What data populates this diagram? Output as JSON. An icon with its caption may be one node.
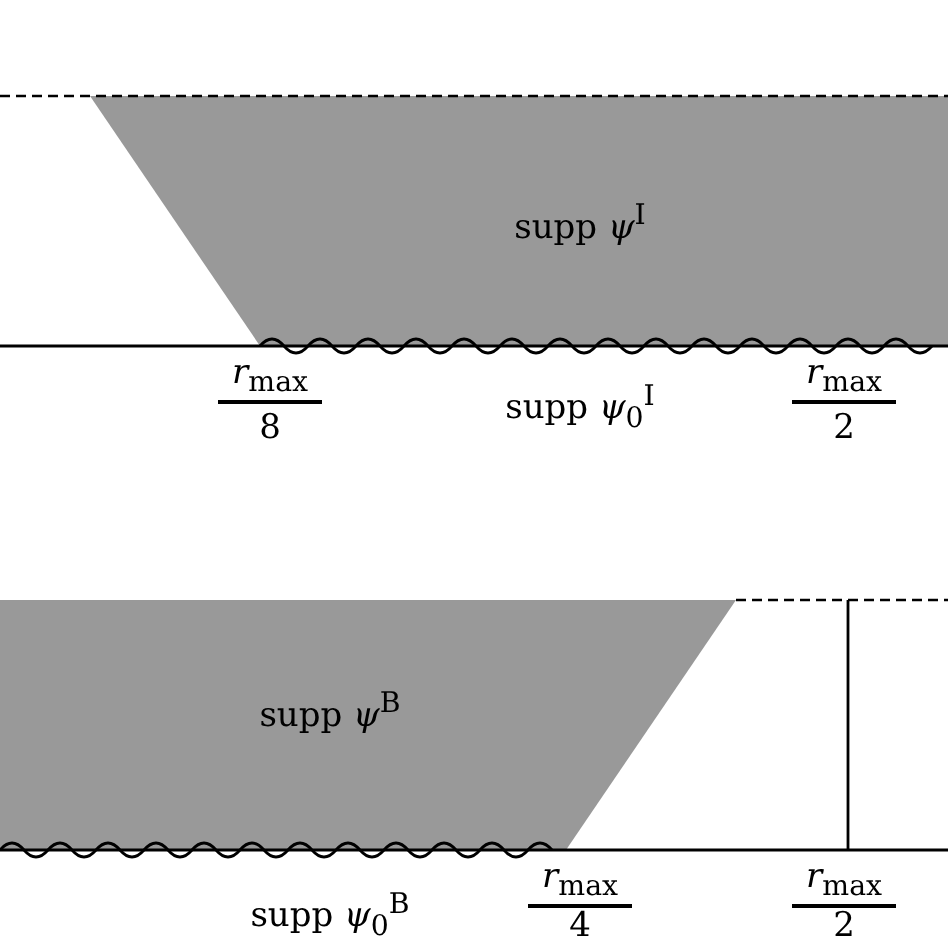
{
  "diagram": {
    "nodes": [
      {
        "text": [
          "supp *ψ*$^{I}$"
        ]
      },
      {
        "text": [
          "supp *ψ*$^{B}$"
        ]
      }
    ],
    "labels": [
      "*r*$_{max}$",
      "8",
      "supp *ψ*$_{0}$$^{I}$",
      "*r*$_{max}$",
      "2",
      "supp *ψ*$_{0}$$^{B}$",
      "*r*$_{max}$",
      "4",
      "*r*$_{max}$",
      "2"
    ]
  }
}
